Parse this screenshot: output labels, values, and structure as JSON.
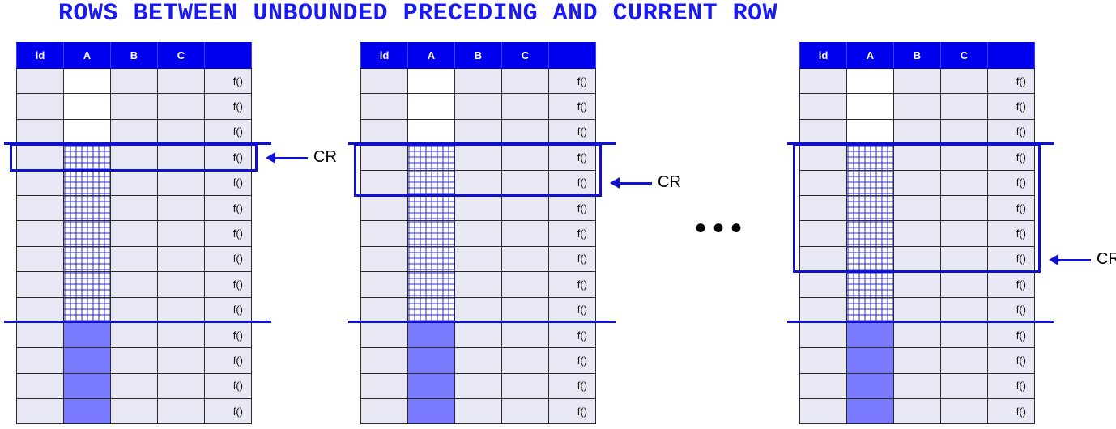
{
  "title": "ROWS BETWEEN UNBOUNDED PRECEDING AND CURRENT ROW",
  "columns": [
    "id",
    "A",
    "B",
    "C",
    ""
  ],
  "row_func": "f()",
  "row_count": 14,
  "cr_label": "CR",
  "ellipsis": "•••",
  "panels": [
    {
      "name": "panel-1",
      "window_start_row": 3,
      "current_row": 3
    },
    {
      "name": "panel-2",
      "window_start_row": 3,
      "current_row": 4
    },
    {
      "name": "panel-3",
      "window_start_row": 3,
      "current_row": 7
    }
  ],
  "partition_end_row": 9,
  "colors": {
    "header": "#0000ee",
    "frame": "#1010d0",
    "solid_cell": "#7b7bff",
    "cell": "#e8e8f4"
  }
}
